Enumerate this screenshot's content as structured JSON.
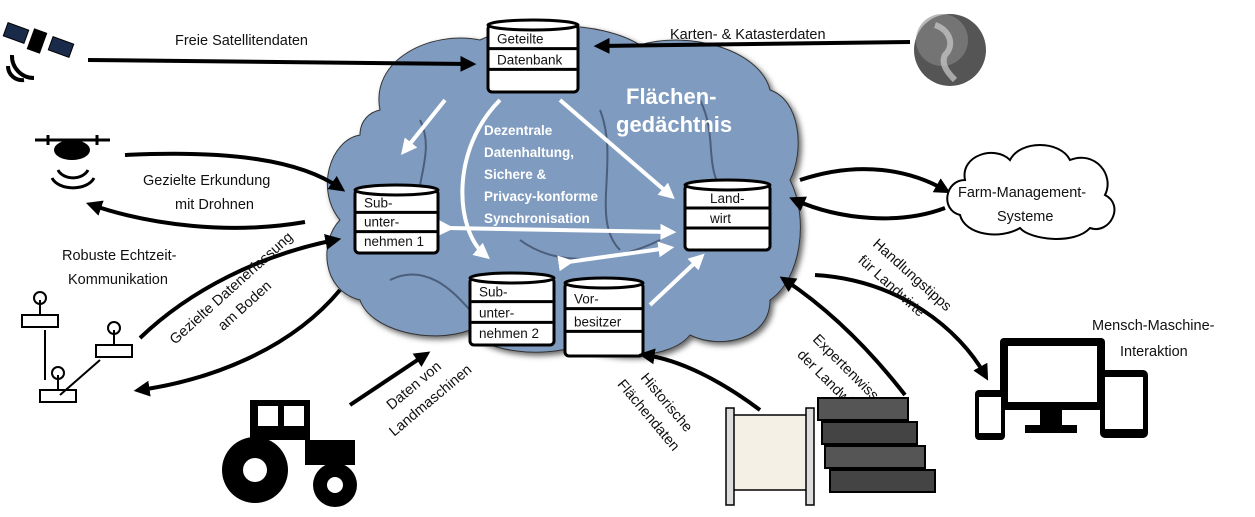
{
  "colors": {
    "brain": "#7f9bbf",
    "arrow": "#000000",
    "inner_arrow": "#ffffff"
  },
  "brain": {
    "title_line1": "Flächen-",
    "title_line2": "gedächtnis",
    "center_lines": [
      "Dezentrale",
      "Datenhaltung,",
      "Sichere &",
      "Privacy-konforme",
      "Synchronisation"
    ]
  },
  "databases": {
    "shared": [
      "Geteilte",
      "Datenbank"
    ],
    "sub1": [
      "Sub-",
      "unter-",
      "nehmen 1"
    ],
    "farmer": [
      "Land-",
      "wirt"
    ],
    "sub2": [
      "Sub-",
      "unter-",
      "nehmen 2"
    ],
    "previous": [
      "Vor-",
      "besitzer"
    ]
  },
  "labels": {
    "satellite": "Freie Satellitendaten",
    "maps": "Karten- & Katasterdaten",
    "drone": [
      "Gezielte Erkundung",
      "mit Drohnen"
    ],
    "realtime": [
      "Robuste Echtzeit-",
      "Kommunikation"
    ],
    "ground": [
      "Gezielte Datenerfassung",
      "am Boden"
    ],
    "machines": [
      "Daten von",
      "Landmaschinen"
    ],
    "historic": [
      "Historische",
      "Flächendaten"
    ],
    "expert": [
      "Expertenwissen",
      "der Landwirte"
    ],
    "tips": [
      "Handlungstipps",
      "für Landwirte"
    ],
    "hmi": [
      "Mensch-Maschine-",
      "Interaktion"
    ],
    "fms": [
      "Farm-Management-",
      "Systeme"
    ]
  },
  "icons": [
    "satellite-icon",
    "globe-icon",
    "drone-icon",
    "router-network-icon",
    "tractor-icon",
    "scroll-icon",
    "books-icon",
    "devices-icon",
    "cloud-icon",
    "database-icon"
  ]
}
